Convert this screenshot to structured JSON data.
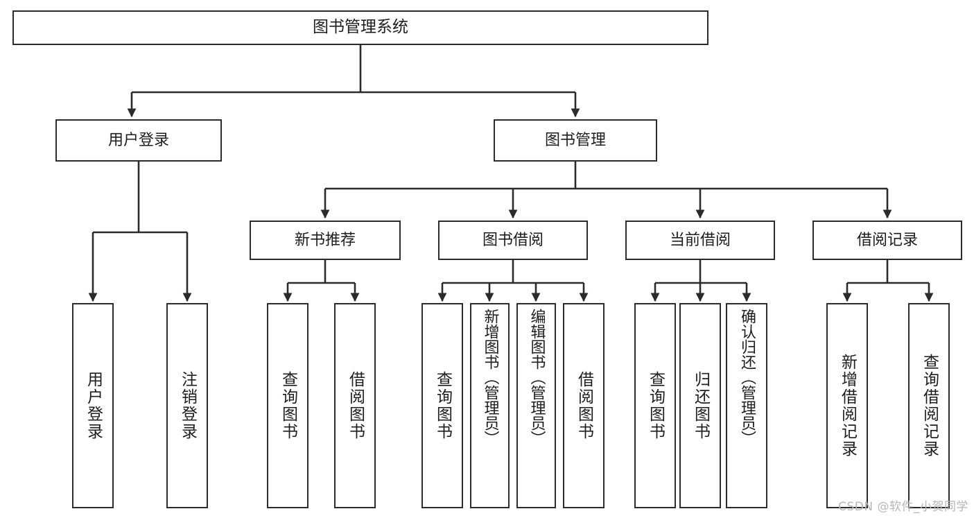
{
  "diagram": {
    "title": "图书管理系统",
    "type": "tree-hierarchy-chart",
    "watermark": "CSDN @软件_小贺同学",
    "line_color": "#2b2b2b",
    "box_fill": "#ffffff",
    "text_color": "#1d1d1d",
    "watermark_color": "#b6b6b6"
  },
  "nodes": {
    "root": {
      "label": "图书管理系统"
    },
    "level1": [
      {
        "label": "用户登录"
      },
      {
        "label": "图书管理"
      }
    ],
    "level2": [
      {
        "label": "新书推荐"
      },
      {
        "label": "图书借阅"
      },
      {
        "label": "当前借阅"
      },
      {
        "label": "借阅记录"
      }
    ],
    "leaves_user_login": [
      {
        "label": "用户登录"
      },
      {
        "label": "注销登录"
      }
    ],
    "leaves_new_book": [
      {
        "label": "查询图书"
      },
      {
        "label": "借阅图书"
      }
    ],
    "leaves_borrow": [
      {
        "label": "查询图书"
      },
      {
        "label": "新增图书（管理员）"
      },
      {
        "label": "编辑图书（管理员）"
      },
      {
        "label": "借阅图书"
      }
    ],
    "leaves_current": [
      {
        "label": "查询图书"
      },
      {
        "label": "归还图书"
      },
      {
        "label": "确认归还（管理员）"
      }
    ],
    "leaves_records": [
      {
        "label": "新增借阅记录"
      },
      {
        "label": "查询借阅记录"
      }
    ]
  }
}
